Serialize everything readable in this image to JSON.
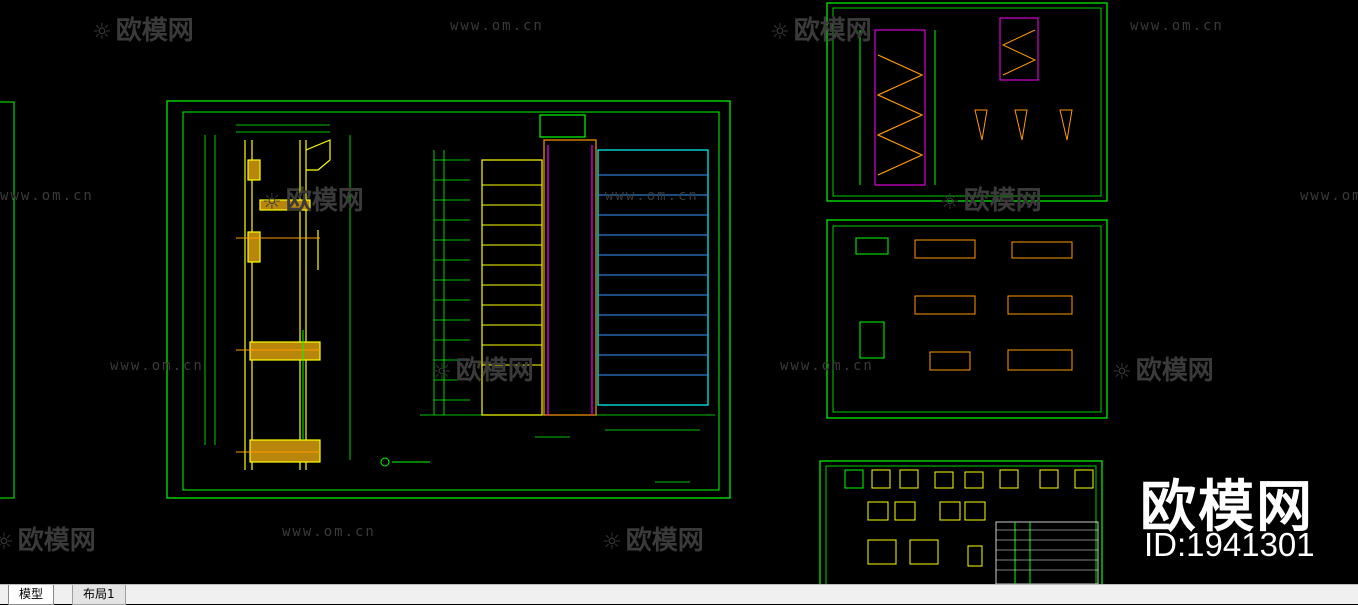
{
  "tabs": [
    {
      "label": "模型",
      "active": true
    },
    {
      "label": "布局1",
      "active": false
    }
  ],
  "watermark": {
    "text": "www.om.cn",
    "logo_text": "欧模网",
    "color": "#3a3a3a"
  },
  "brand": {
    "name": "欧模网",
    "id_text": "ID:1941301"
  },
  "colors": {
    "background": "#000000",
    "frame": "#00ff00",
    "yellow": "#ffff00",
    "magenta": "#ff00ff",
    "cyan": "#00ffff",
    "blue": "#3399ff",
    "orange": "#ff9900",
    "white": "#ffffff"
  }
}
